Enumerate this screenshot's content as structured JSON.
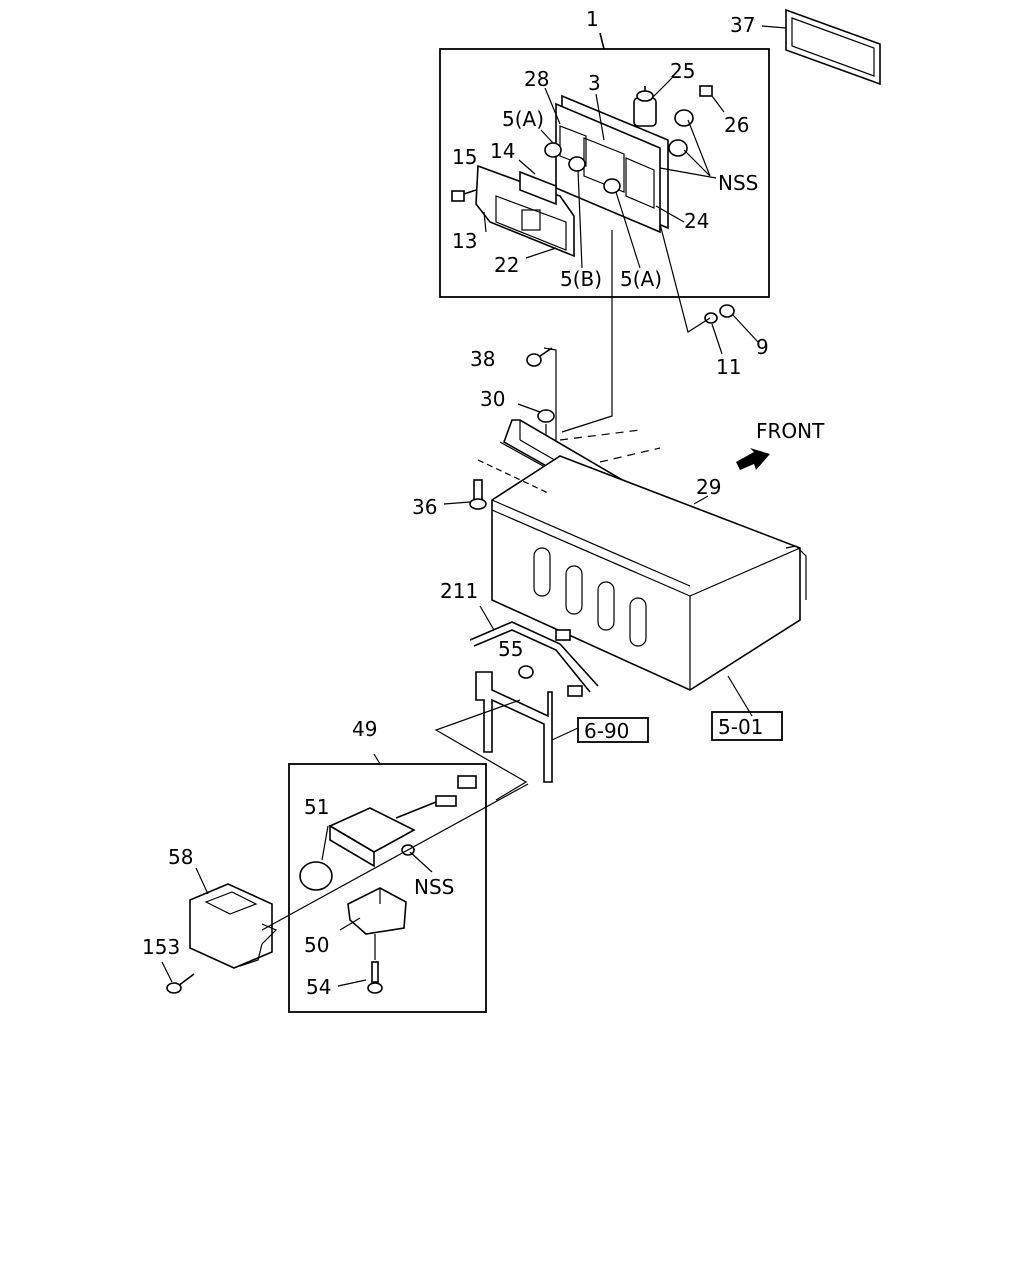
{
  "labels": {
    "l1": "1",
    "l37": "37",
    "l28": "28",
    "l3": "3",
    "l25": "25",
    "l26": "26",
    "l5a_top": "5(A)",
    "l14": "14",
    "l15": "15",
    "l13": "13",
    "l22": "22",
    "l5b": "5(B)",
    "l5a_bot": "5(A)",
    "l24": "24",
    "nss_top": "NSS",
    "l9": "9",
    "l11": "11",
    "l38": "38",
    "l30": "30",
    "front": "FRONT",
    "l29": "29",
    "l36": "36",
    "l211": "211",
    "l55": "55",
    "ref_690": "6-90",
    "ref_501": "5-01",
    "l49": "49",
    "l51": "51",
    "l58": "58",
    "nss_bot": "NSS",
    "l50": "50",
    "l153": "153",
    "l54": "54"
  }
}
